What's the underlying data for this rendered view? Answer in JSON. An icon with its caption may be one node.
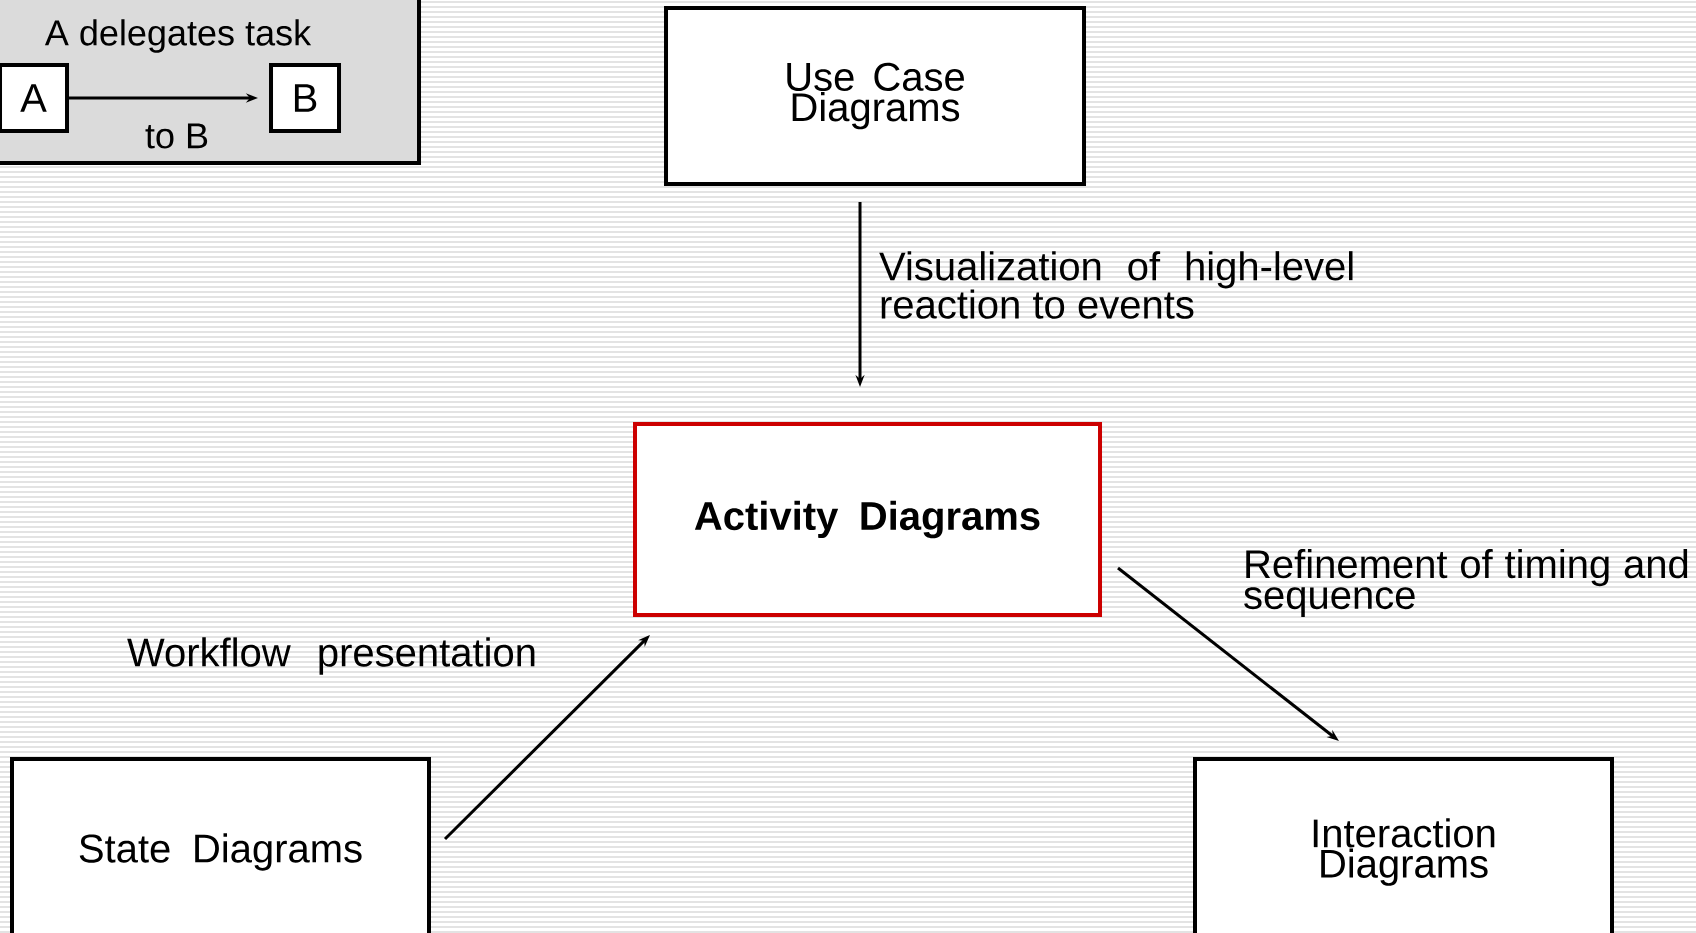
{
  "diagram": {
    "nodes": [
      {
        "text": [],
        "shape": "box"
      },
      {
        "text": [
          "A"
        ],
        "in": 0
      },
      {
        "text": [
          "B"
        ],
        "in": 0
      },
      {
        "text": [
          "Use Case Diagrams"
        ]
      },
      {
        "text": [
          "Activity Diagrams"
        ]
      },
      {
        "text": [
          "State Diagrams"
        ]
      },
      {
        "text": [
          "Interaction Diagrams"
        ]
      }
    ],
    "edges": [
      {
        "from": 1,
        "to": 2,
        "arrow": "to"
      },
      {
        "from": 3,
        "to": 4,
        "arrow": "to",
        "label": "Visualization of high-level reaction to events"
      },
      {
        "from": 5,
        "to": 4,
        "arrow": "to",
        "label": "Workflow presentation"
      },
      {
        "from": 4,
        "to": 6,
        "arrow": "to",
        "label": "Refinement of timing and sequence"
      }
    ],
    "labels": [
      "A delegates task",
      "to B"
    ]
  }
}
